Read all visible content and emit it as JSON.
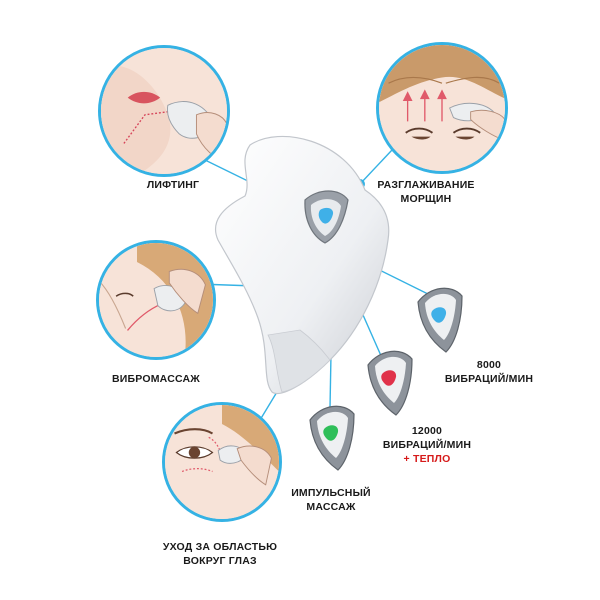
{
  "features": {
    "lifting": {
      "lines": [
        "ЛИФТИНГ"
      ]
    },
    "wrinkles": {
      "lines": [
        "РАЗГЛАЖИВАНИЕ",
        "МОРЩИН"
      ]
    },
    "vibro": {
      "lines": [
        "ВИБРОМАССАЖ"
      ]
    },
    "eyes": {
      "lines": [
        "УХОД ЗА ОБЛАСТЬЮ",
        "ВОКРУГ ГЛАЗ"
      ]
    }
  },
  "modes": {
    "blue": {
      "lines": [
        "8000",
        "ВИБРАЦИЙ/МИН"
      ],
      "color": "#3fb0e8"
    },
    "red": {
      "lines": [
        "12000",
        "ВИБРАЦИЙ/МИН"
      ],
      "extra": "+ ТЕПЛО",
      "color": "#e0324a"
    },
    "green": {
      "lines": [
        "ИМПУЛЬСНЫЙ",
        "МАССАЖ"
      ],
      "color": "#2fbf5a"
    }
  },
  "colors": {
    "accent": "#35b2e4",
    "heat": "#d61a1a",
    "skin": "#f7e3d8"
  }
}
